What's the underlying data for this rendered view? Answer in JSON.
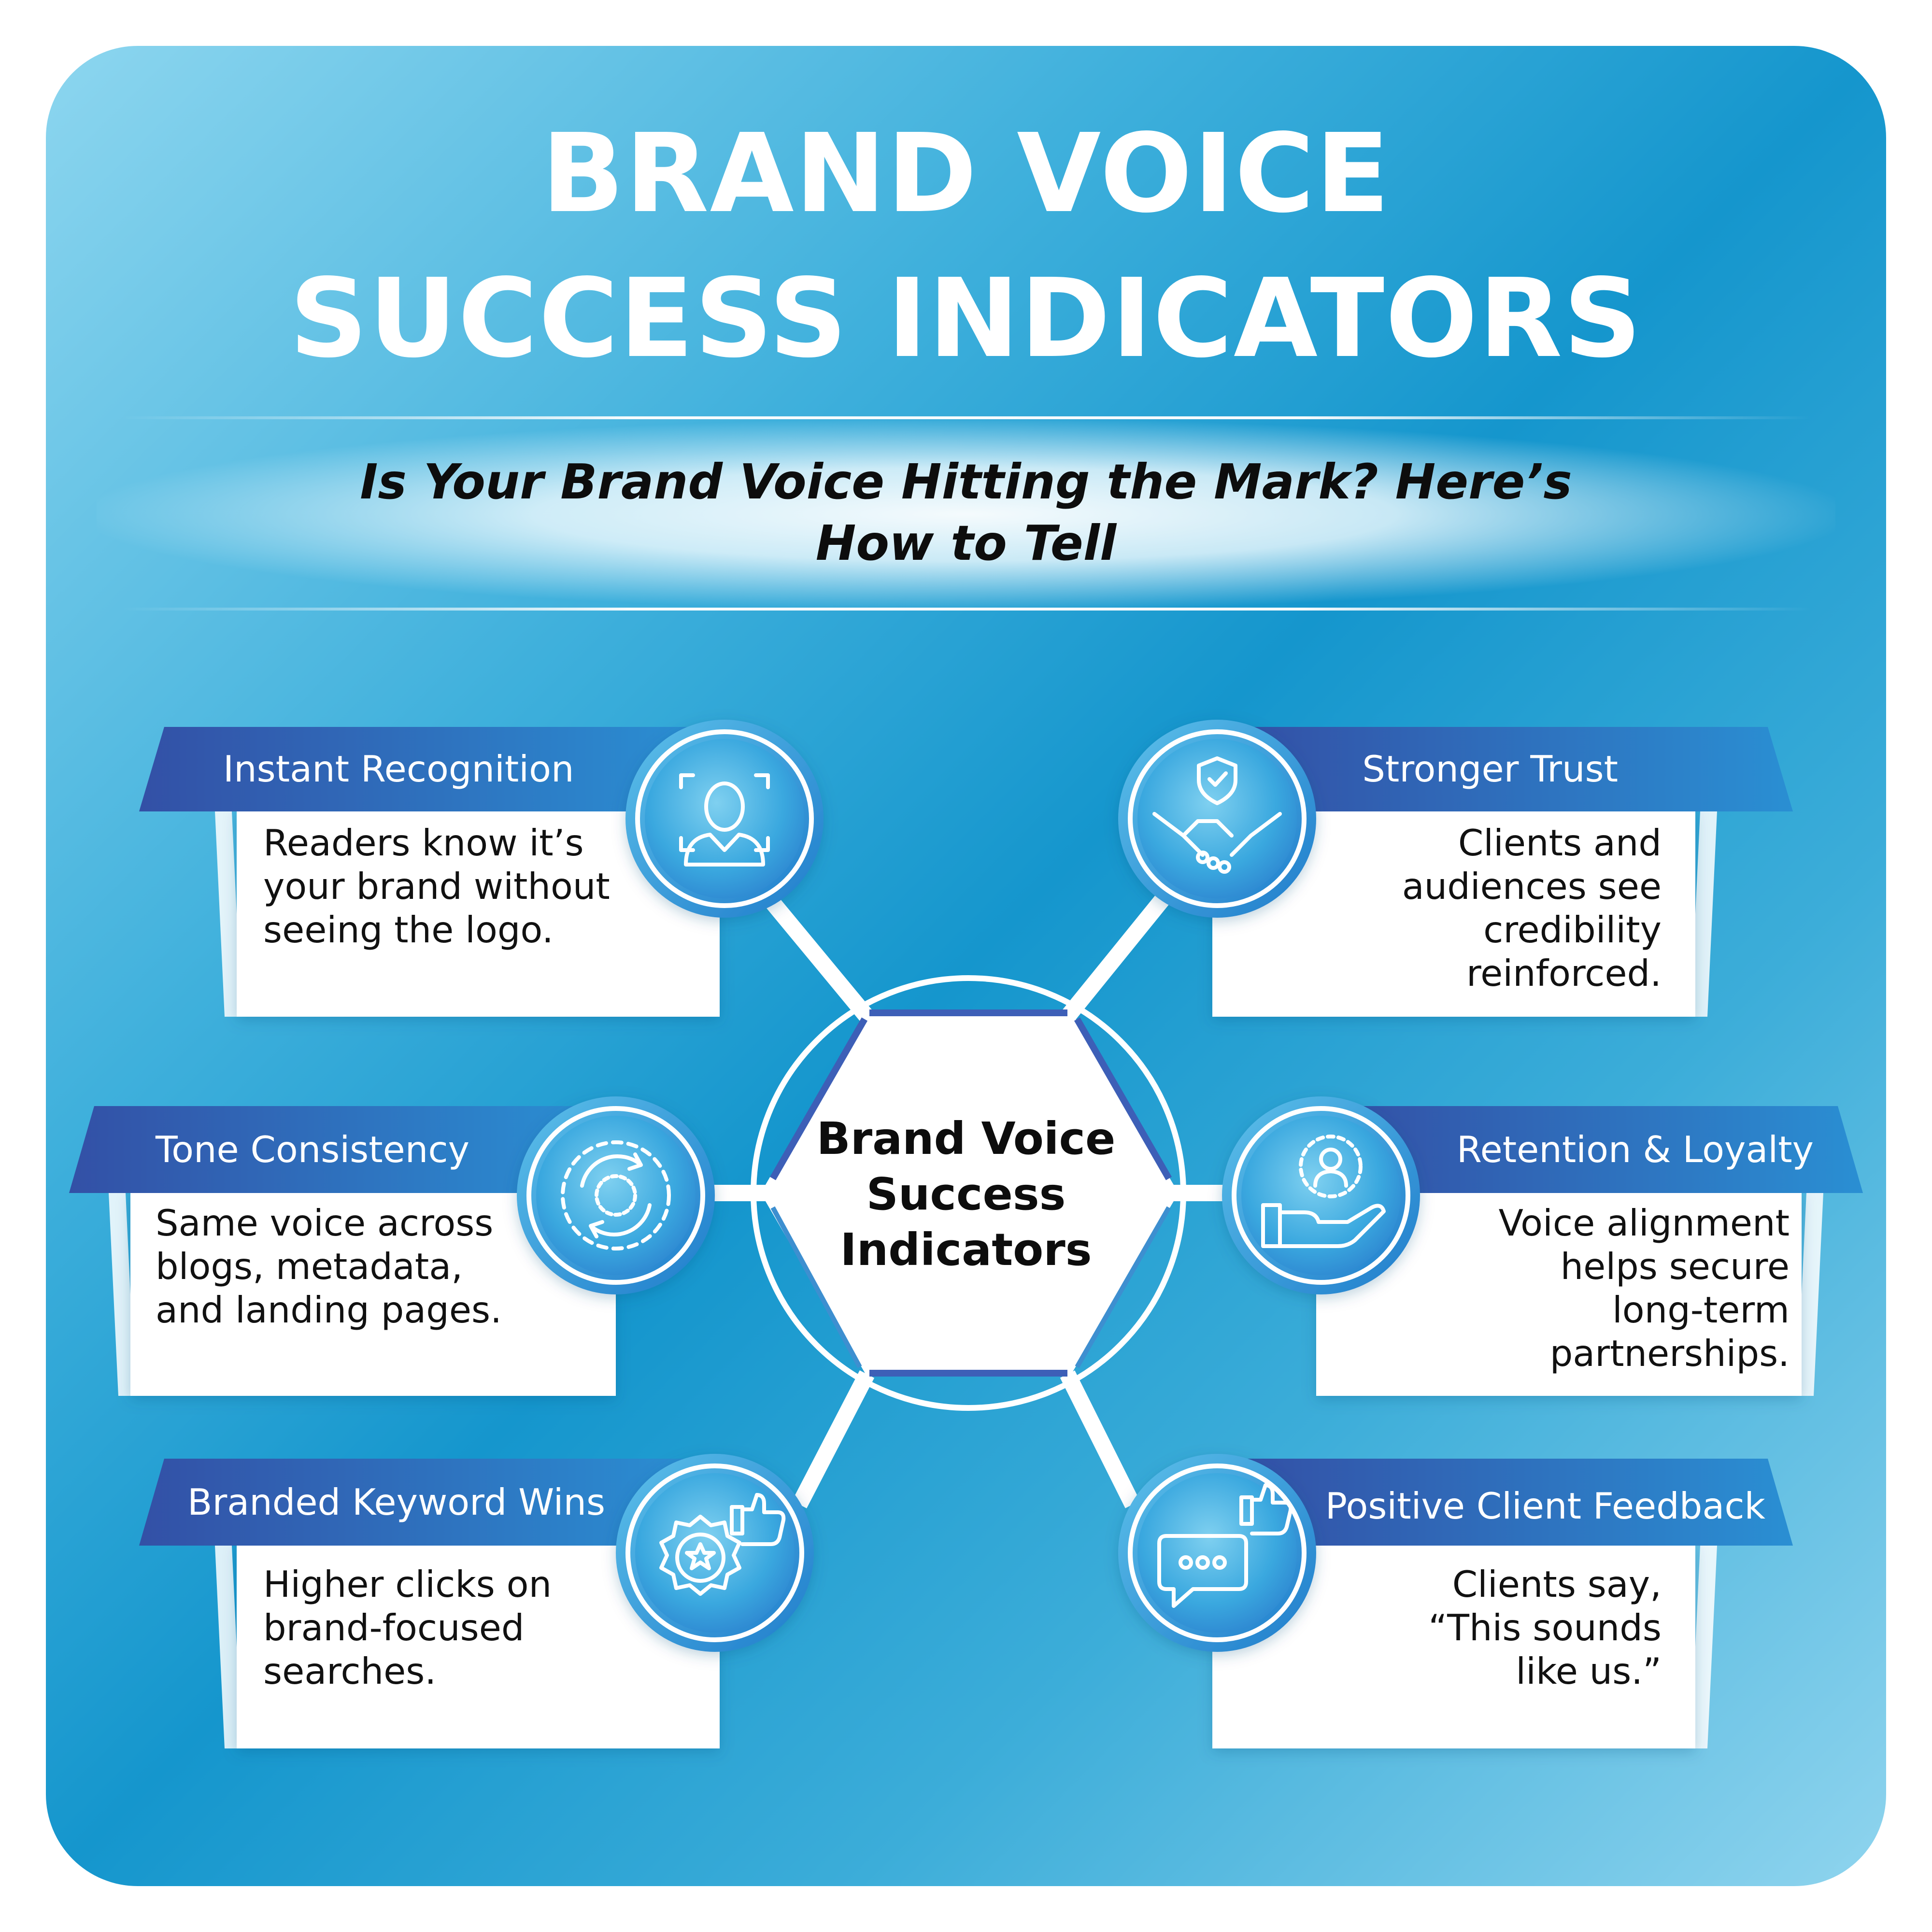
{
  "title": {
    "line1": "BRAND VOICE",
    "line2": "SUCCESS INDICATORS"
  },
  "subtitle": {
    "line1": "Is Your Brand Voice Hitting the Mark? Here’s",
    "line2": "How to Tell"
  },
  "center": {
    "line1": "Brand Voice",
    "line2": "Success",
    "line3": "Indicators"
  },
  "indicators": [
    {
      "title": "Instant Recognition",
      "body": [
        "Readers know it’s",
        "your brand without",
        "seeing the logo."
      ],
      "icon": "face-scan-icon"
    },
    {
      "title": "Stronger Trust",
      "body": [
        "Clients and",
        "audiences see",
        "credibility",
        "reinforced."
      ],
      "icon": "shield-handshake-icon"
    },
    {
      "title": "Tone Consistency",
      "body": [
        "Same voice across",
        "blogs, metadata,",
        "and landing pages."
      ],
      "icon": "refresh-cycle-icon"
    },
    {
      "title": "Retention & Loyalty",
      "body": [
        "Voice alignment",
        "helps secure",
        "long-term",
        "partnerships."
      ],
      "icon": "hand-holding-user-icon"
    },
    {
      "title": "Branded Keyword Wins",
      "body": [
        "Higher clicks on",
        "brand-focused",
        "searches."
      ],
      "icon": "badge-thumbs-up-icon"
    },
    {
      "title": "Positive Client Feedback",
      "body": [
        "Clients say,",
        "“This sounds",
        "like us.”"
      ],
      "icon": "chat-thumbs-up-icon"
    }
  ],
  "colors": {
    "title_bar_dark": "#3350a6",
    "title_bar_light": "#2a8fd3",
    "panel_dark": "#1596cd",
    "panel_light": "#8dd6ef",
    "text_dark": "#111111"
  }
}
